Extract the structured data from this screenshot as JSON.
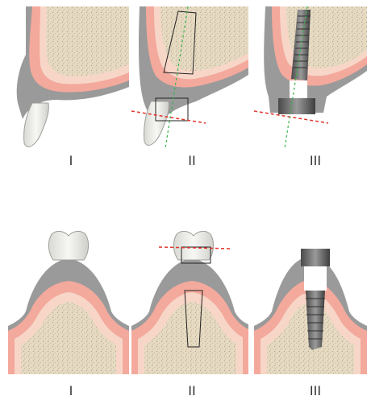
{
  "labels": {
    "top_1": "I",
    "top_2": "II",
    "top_3": "III",
    "bottom_1": "I",
    "bottom_2": "II",
    "bottom_3": "III"
  },
  "colors": {
    "bone": "#e3d7c0",
    "gum": "#f3a99c",
    "gum_light": "#f7c7bd",
    "gray_tissue": "#9a9a9a",
    "tooth": "#f1f1ee",
    "implant": "#6e6e6e",
    "red_guide": "#e2362c",
    "green_guide": "#38b449"
  }
}
